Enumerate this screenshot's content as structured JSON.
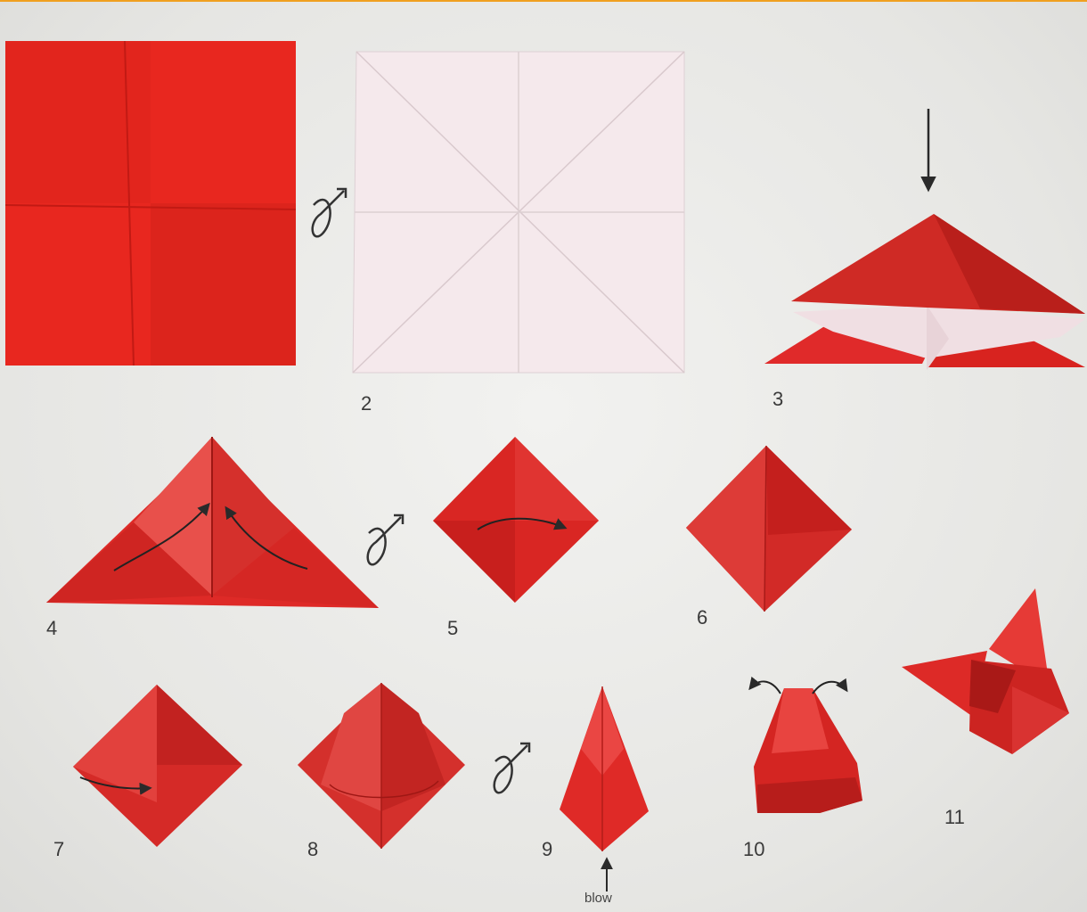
{
  "step_labels": {
    "s2": "2",
    "s3": "3",
    "s4": "4",
    "s5": "5",
    "s6": "6",
    "s7": "7",
    "s8": "8",
    "s9": "9",
    "s10": "10",
    "s11": "11"
  },
  "annotation": {
    "blow": "blow"
  },
  "colors": {
    "paper_red": "#e02a2a",
    "paper_red_dark": "#b81a1a",
    "paper_red_light": "#ec5a55",
    "paper_white": "#f3e7ea",
    "background": "#e9e9e7"
  },
  "icons": {
    "turn_over": "turn-over-icon",
    "arrow": "fold-arrow-icon"
  }
}
